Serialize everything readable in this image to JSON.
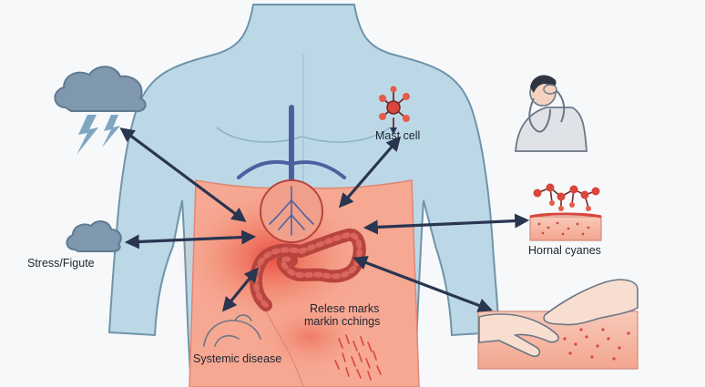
{
  "labels": {
    "mast_cell": "Mast cell",
    "stress": "Stress/Figute",
    "hormonal": "Hornal cyanes",
    "release_line1": "Relese marks",
    "release_line2": "markin cchings",
    "systemic": "Systemic disease"
  },
  "colors": {
    "body": "#bcd8e6",
    "body_stroke": "#6f94aa",
    "abdomen": "#f6a892",
    "inflammation": "#e63c2e",
    "arrow": "#2a3550",
    "intestine": "#b8443e",
    "cloud": "#7f98ad",
    "lightning": "#7fa6bf"
  }
}
